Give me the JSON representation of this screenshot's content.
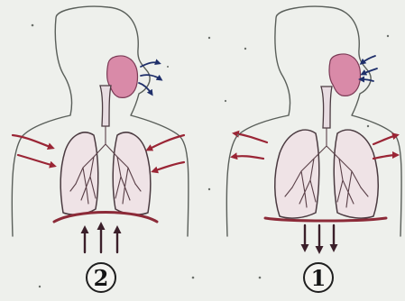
{
  "figures": [
    {
      "label": "2",
      "side": "left"
    },
    {
      "label": "1",
      "side": "right"
    }
  ],
  "colors": {
    "nasal_cavity": "#d98aa8",
    "diaphragm": "#8c2a38",
    "lung_outline": "#4a3a40",
    "air_arrows": "#1f2f6a",
    "body_outline": "#5a5f5a"
  }
}
